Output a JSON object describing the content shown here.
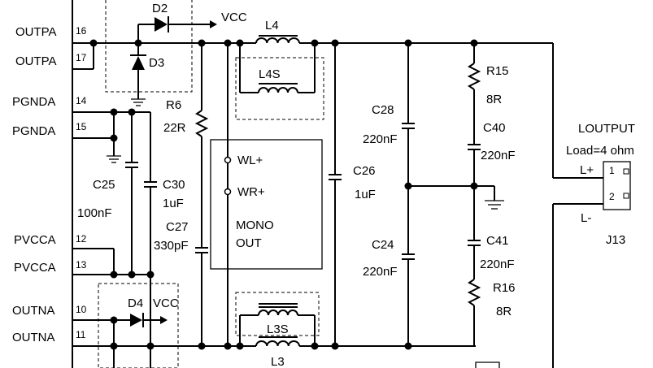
{
  "pins": [
    {
      "name": "OUTPA",
      "num": "16"
    },
    {
      "name": "OUTPA",
      "num": "17"
    },
    {
      "name": "PGNDA",
      "num": "14"
    },
    {
      "name": "PGNDA",
      "num": "15"
    },
    {
      "name": "PVCCA",
      "num": "12"
    },
    {
      "name": "PVCCA",
      "num": "13"
    },
    {
      "name": "OUTNA",
      "num": "10"
    },
    {
      "name": "OUTNA",
      "num": "11"
    }
  ],
  "components": {
    "d2": "D2",
    "d3": "D3",
    "d4": "D4",
    "vcc_top": "VCC",
    "vcc_bottom": "VCC",
    "l4": "L4",
    "l4s": "L4S",
    "l3s": "L3S",
    "l3": "L3",
    "r6": "R6",
    "r6_val": "22R",
    "c25": "C25",
    "c25_val": "100nF",
    "c30": "C30",
    "c30_val": "1uF",
    "c27": "C27",
    "c27_val": "330pF",
    "c28": "C28",
    "c28_val": "220nF",
    "c26": "C26",
    "c26_val": "1uF",
    "c24": "C24",
    "c24_val": "220nF",
    "r15": "R15",
    "r15_val": "8R",
    "c40": "C40",
    "c40_val": "220nF",
    "c41": "C41",
    "c41_val": "220nF",
    "r16": "R16",
    "r16_val": "8R"
  },
  "jumper_box": {
    "wl": "WL+",
    "wr": "WR+",
    "line1": "MONO",
    "line2": "OUT"
  },
  "output": {
    "title": "LOUTPUT",
    "load": "Load=4 ohm",
    "lplus": "L+",
    "lminus": "L-",
    "pin1": "1",
    "pin2": "2",
    "connector": "J13"
  }
}
